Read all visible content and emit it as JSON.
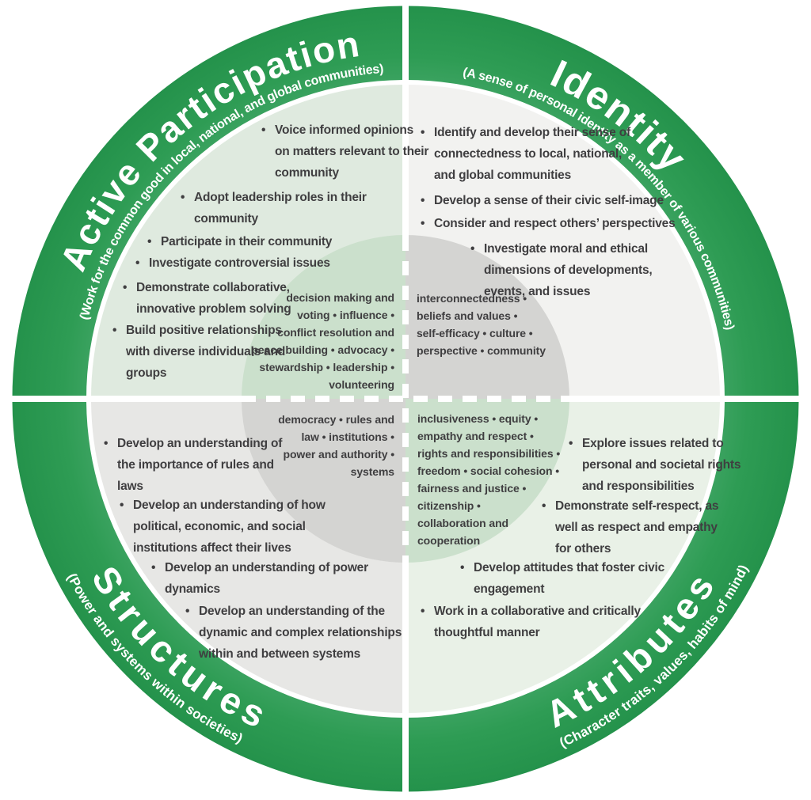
{
  "quadrants": [
    {
      "name": "Active Participation",
      "subtitle": "(Work for the common good in local, national, and global communities)",
      "bullets": [
        "Voice informed opinions on matters relevant to their community",
        "Adopt leadership roles in their community",
        "Participate in their community",
        "Investigate controversial issues",
        "Demonstrate collaborative, innovative problem solving",
        "Build positive relationships with diverse individuals and groups"
      ],
      "keyword_lines": [
        "decision making and",
        "voting • influence •",
        "conflict resolution and",
        "peace building • advocacy •",
        "stewardship • leadership •",
        "volunteering"
      ]
    },
    {
      "name": "Identity",
      "subtitle": "(A sense of personal identity as a member of various communities)",
      "bullets": [
        "Identify and develop their sense of connectedness to local, national, and global communities",
        "Develop a sense of their civic self-image",
        "Consider and respect others’ perspectives",
        "Investigate moral and ethical dimensions of developments, events, and issues"
      ],
      "keyword_lines": [
        "interconnectedness •",
        "beliefs and values •",
        "self-efficacy • culture •",
        "perspective • community"
      ]
    },
    {
      "name": "Structures",
      "subtitle": "(Power and systems within societies)",
      "bullets": [
        "Develop an understanding of the importance of rules and laws",
        "Develop an understanding of how political, economic, and social institutions affect their lives",
        "Develop an understanding of power dynamics",
        "Develop an understanding of the dynamic and complex relationships within and between systems"
      ],
      "keyword_lines": [
        "democracy • rules and",
        "law • institutions •",
        "power and authority •",
        "systems"
      ]
    },
    {
      "name": "Attributes",
      "subtitle": "(Character traits, values, habits of mind)",
      "bullets": [
        "Explore issues related to personal and societal rights and responsibilities",
        "Demonstrate self-respect, as well as respect and empathy for others",
        "Develop attitudes that foster civic engagement",
        "Work in a collaborative and critically thoughtful manner"
      ],
      "keyword_lines": [
        "inclusiveness • equity •",
        "empathy and respect •",
        "rights and responsibilities •",
        "freedom • social cohesion •",
        "fairness and justice •",
        "citizenship •",
        "collaboration and",
        "cooperation"
      ]
    }
  ],
  "colors": {
    "ring_green": "#2B9A52",
    "quadrant_active_participation": "#DFEADF",
    "quadrant_identity": "#F2F2F0",
    "quadrant_structures": "#E7E7E5",
    "quadrant_attributes": "#E9F1E7",
    "center_green": "#CBE0CC",
    "center_gray": "#D4D4D2",
    "text": "#3F3E40"
  }
}
